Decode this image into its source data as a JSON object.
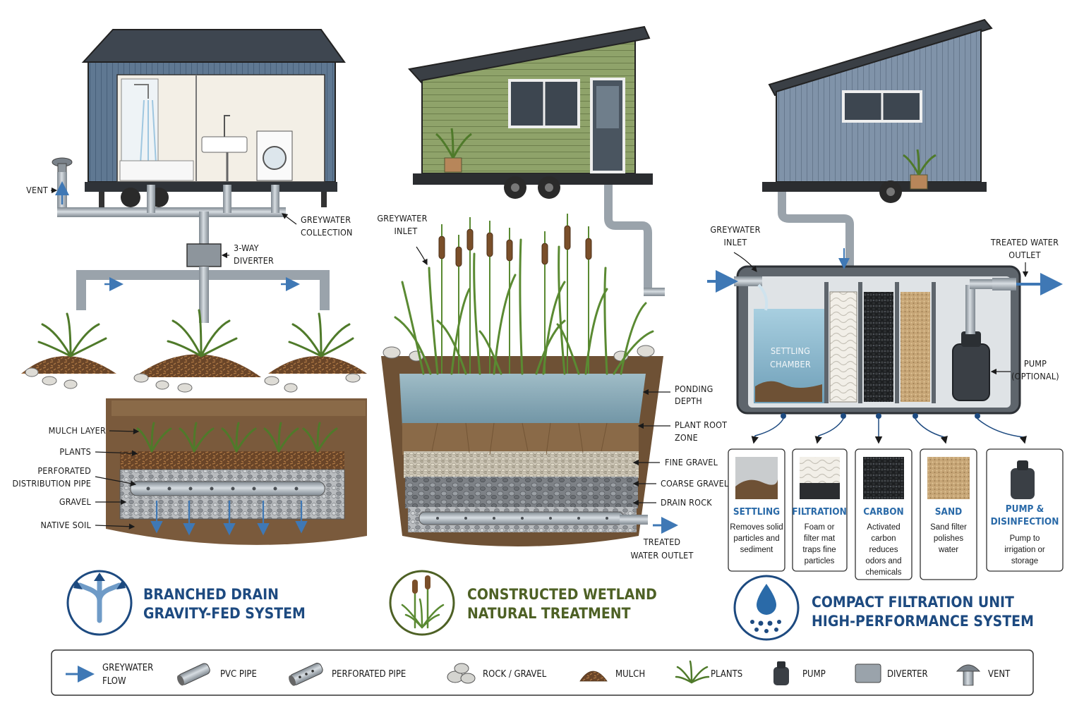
{
  "colors": {
    "pipe": "#9aa3ab",
    "flow_arrow": "#3f78b5",
    "blue_title": "#1d4a80",
    "green_title": "#4e6125",
    "card_title": "#2a6aa8",
    "soil": "#6e5135",
    "water": "#8fb9cf"
  },
  "system1": {
    "labels": {
      "vent": "VENT",
      "collection_1": "GREYWATER",
      "collection_2": "COLLECTION",
      "diverter_1": "3-WAY",
      "diverter_2": "DIVERTER",
      "mulch": "MULCH LAYER",
      "plants": "PLANTS",
      "perforated_1": "PERFORATED",
      "perforated_2": "DISTRIBUTION PIPE",
      "gravel": "GRAVEL",
      "native_soil": "NATIVE SOIL"
    },
    "title_1": "BRANCHED DRAIN",
    "title_2": "GRAVITY-FED SYSTEM",
    "icon": "branch-arrows-icon"
  },
  "system2": {
    "labels": {
      "inlet_1": "GREYWATER",
      "inlet_2": "INLET",
      "ponding_1": "PONDING",
      "ponding_2": "DEPTH",
      "root_1": "PLANT ROOT",
      "root_2": "ZONE",
      "fine_gravel": "FINE GRAVEL",
      "coarse_gravel": "COARSE GRAVEL",
      "drain_rock": "DRAIN ROCK",
      "outlet_1": "TREATED",
      "outlet_2": "WATER OUTLET"
    },
    "title_1": "CONSTRUCTED WETLAND",
    "title_2": "NATURAL TREATMENT",
    "icon": "cattail-icon"
  },
  "system3": {
    "labels": {
      "inlet_1": "GREYWATER",
      "inlet_2": "INLET",
      "outlet_1": "TREATED WATER",
      "outlet_2": "OUTLET",
      "settling_1": "SETTLING",
      "settling_2": "CHAMBER",
      "pump_1": "PUMP",
      "pump_2": "(OPTIONAL)"
    },
    "stages": [
      {
        "title": "SETTLING",
        "desc": [
          "Removes solid",
          "particles and",
          "sediment"
        ]
      },
      {
        "title": "FILTRATION",
        "desc": [
          "Foam or",
          "filter mat",
          "traps fine",
          "particles"
        ]
      },
      {
        "title": "CARBON",
        "desc": [
          "Activated",
          "carbon",
          "reduces",
          "odors and",
          "chemicals"
        ]
      },
      {
        "title": "SAND",
        "desc": [
          "Sand filter",
          "polishes",
          "water"
        ]
      },
      {
        "title": "PUMP &",
        "title_2": "DISINFECTION",
        "desc": [
          "Pump to",
          "irrigation or",
          "storage"
        ]
      }
    ],
    "title_1": "COMPACT FILTRATION UNIT",
    "title_2": "HIGH-PERFORMANCE SYSTEM",
    "icon": "water-drop-icon"
  },
  "legend": {
    "items": [
      {
        "label": "GREYWATER",
        "label_2": "FLOW",
        "icon": "flow-arrow-icon"
      },
      {
        "label": "PVC PIPE",
        "icon": "pvc-pipe-icon"
      },
      {
        "label": "PERFORATED PIPE",
        "icon": "perforated-pipe-icon"
      },
      {
        "label": "ROCK / GRAVEL",
        "icon": "rock-icon"
      },
      {
        "label": "MULCH",
        "icon": "mulch-icon"
      },
      {
        "label": "PLANTS",
        "icon": "plant-icon"
      },
      {
        "label": "PUMP",
        "icon": "pump-icon"
      },
      {
        "label": "DIVERTER",
        "icon": "diverter-icon"
      },
      {
        "label": "VENT",
        "icon": "vent-icon"
      }
    ]
  }
}
